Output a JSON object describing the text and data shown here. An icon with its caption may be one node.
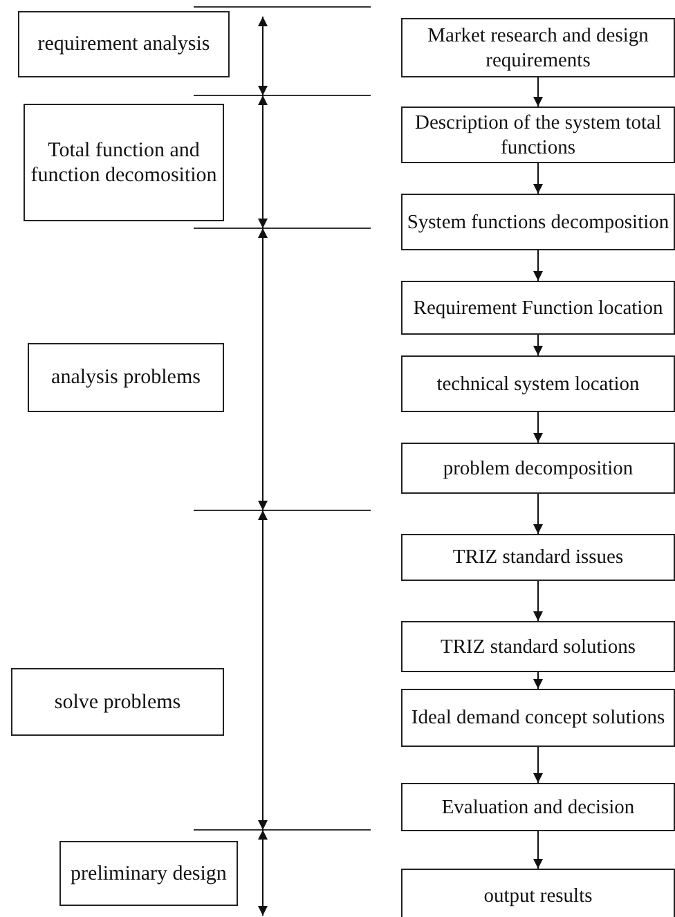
{
  "diagram": {
    "nodes": [
      {
        "text": [
          "requirement analysis"
        ]
      },
      {
        "text": [
          "Total function and function decomosition"
        ]
      },
      {
        "text": [
          "analysis problems"
        ]
      },
      {
        "text": [
          "solve problems"
        ]
      },
      {
        "text": [
          "preliminary design"
        ]
      },
      {
        "text": [
          "Market research and design requirements"
        ]
      },
      {
        "text": [
          "Description of the system total functions"
        ]
      },
      {
        "text": [
          "System functions decomposition"
        ]
      },
      {
        "text": [
          "Requirement Function location"
        ]
      },
      {
        "text": [
          "technical system location"
        ]
      },
      {
        "text": [
          "problem decomposition"
        ]
      },
      {
        "text": [
          "TRIZ standard issues"
        ]
      },
      {
        "text": [
          "TRIZ standard solutions"
        ]
      },
      {
        "text": [
          "Ideal demand concept solutions"
        ]
      },
      {
        "text": [
          "Evaluation and decision"
        ]
      },
      {
        "text": [
          "output results"
        ]
      }
    ],
    "edges": [
      {
        "from": 5,
        "to": 6,
        "arrow": "to"
      },
      {
        "from": 6,
        "to": 7,
        "arrow": "to"
      },
      {
        "from": 7,
        "to": 8,
        "arrow": "to"
      },
      {
        "from": 8,
        "to": 9,
        "arrow": "to"
      },
      {
        "from": 9,
        "to": 10,
        "arrow": "to"
      },
      {
        "from": 10,
        "to": 11,
        "arrow": "to"
      },
      {
        "from": 11,
        "to": 12,
        "arrow": "to"
      },
      {
        "from": 12,
        "to": 13,
        "arrow": "to"
      },
      {
        "from": 13,
        "to": 14,
        "arrow": "to"
      },
      {
        "from": 14,
        "to": 15,
        "arrow": "to"
      }
    ]
  }
}
